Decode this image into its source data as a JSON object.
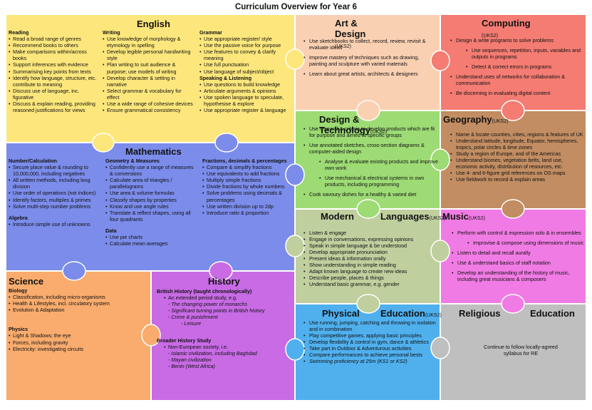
{
  "page_title": "Curriculum Overview for Year 6",
  "english": {
    "title": "English",
    "reading": {
      "heading": "Reading",
      "items": [
        "Read a broad range of genres",
        "Recommend books to others",
        "Make comparisons within/across books",
        "Support inferences with evidence",
        "Summarising key points from texts",
        "Identify how language, structure, etc. contribute to meaning",
        "Discuss use of language, inc. figurative",
        "Discuss & explain reading, providing reasoned justifications for views"
      ]
    },
    "writing": {
      "heading": "Writing",
      "items": [
        "Use knowledge of morphology & etymology in spelling",
        "Develop legible personal handwriting style",
        "Plan writing to suit audience & purpose; use models of writing",
        "Develop character & setting in narrative",
        "Select grammar & vocabulary for effect",
        "Use a wide range of cohesive devices",
        "Ensure grammatical consistency"
      ]
    },
    "grammar": {
      "heading": "Grammar",
      "items": [
        "Use appropriate register/ style",
        "Use the passive voice for purpose",
        "Use features to convey & clarify meaning",
        "Use full punctuation",
        "Use language of subject/object"
      ]
    },
    "speaking": {
      "heading": "Speaking & Listening",
      "items": [
        "Use questions to build knowledge",
        "Articulate arguments & opinions",
        "Use spoken language to speculate, hypothesise & explore",
        "Use appropriate register & language"
      ]
    }
  },
  "art": {
    "title": "Art & Design",
    "tag": "(UKS2)",
    "items": [
      "Use sketchbooks to collect, record, review, revisit & evaluate ideas",
      "Improve mastery of techniques such as drawing, painting and sculpture with varied materials",
      "Learn about great artists, architects & designers"
    ]
  },
  "computing": {
    "title": "Computing",
    "tag": "(UKS2)",
    "items": [
      "Design & write programs to solve problems",
      "Use sequences, repetition, inputs, variables and outputs in programs",
      "Detect & correct errors in programs",
      "Understand uses of networks for collaboration & communication",
      "Be discerning in evaluating digital content"
    ]
  },
  "maths": {
    "title": "Mathematics",
    "number": {
      "heading": "Number/Calculation",
      "items": [
        "Secure place value & rounding to 10,000,000, including negatives",
        "All written methods, including long division",
        "Use order of operations (not indices)",
        "Identify factors, multiples & primes",
        "Solve multi-step number problems"
      ]
    },
    "algebra": {
      "heading": "Algebra",
      "items": [
        "Introduce simple use of unknowns"
      ]
    },
    "geometry": {
      "heading": "Geometry & Measures",
      "items": [
        "Confidently use a range of measures & conversions",
        "Calculate area of triangles / parallelograms",
        "Use area & volume formulas",
        "Classify shapes by properties",
        "Know and use angle rules",
        "Translate & reflect shapes, using all four quadrants"
      ]
    },
    "data": {
      "heading": "Data",
      "items": [
        "Use pie charts",
        "Calculate mean averages"
      ]
    },
    "fractions": {
      "heading": "Fractions, decimals & percentages",
      "items": [
        "Compare & simplify fractions",
        "Use equivalents to add fractions",
        "Multiply simple fractions",
        "Divide fractions by whole numbers",
        "Solve problems using decimals & percentages",
        "Use written division up to 2dp",
        "Introduce ratio & proportion"
      ]
    }
  },
  "dt": {
    "title": "Design & Technology",
    "tag": "(UKS2)",
    "items": [
      "Use research& criteria to develop products which are fit for purpose and aimed at specific groups",
      "Use annotated sketches, cross-section diagrams & computer-aided design",
      "Analyse & evaluate existing products and improve own work",
      "Use mechanical & electrical systems in own products, including programming",
      "Cook savoury dishes for a healthy & varied diet"
    ]
  },
  "geography": {
    "title": "Geography",
    "tag": "(UKS2)",
    "items": [
      "Name & locate counties, cities, regions & features of UK",
      "Understand latitude, longitude, Equator, hemispheres, tropics, polar circles & time zones",
      "Study a region of Europe, and of the Americas",
      "Understand biomes, vegetation belts, land use, economic activity, distribution of resources, etc.",
      "Use 4- and 6-figure grid references on OS maps",
      "Use fieldwork to record & explain areas"
    ]
  },
  "mfl": {
    "title_left": "Modern",
    "title_right": "Languages",
    "tag": "(UKS2)",
    "items": [
      "Listen & engage",
      "Engage in conversations, expressing opinions",
      "Speak in simple language & be understood",
      "Develop appropriate pronunciation",
      "Present ideas & information orally",
      "Show understanding in simple reading",
      "Adapt known language to create new ideas",
      "Describe people, places & things",
      "Understand basic grammar, e.g. gender"
    ]
  },
  "music": {
    "title": "Music",
    "tag": "(UKS2)",
    "items": [
      "Perform with control & expression solo & in ensembles",
      "Improvise & compose using dimensions of music",
      "Listen to detail and recall aurally",
      "Use & understand basics of staff notation",
      "Develop an understanding of the history of music, including great musicians & composers"
    ]
  },
  "science": {
    "title": "Science",
    "biology": {
      "heading": "Biology",
      "items": [
        "Classification, including micro-organisms",
        "Health & Lifestyles, incl. circulatory system",
        "Evolution & Adaptation"
      ]
    },
    "physics": {
      "heading": "Physics",
      "items": [
        "Light & Shadows; the eye",
        "Forces, including gravity",
        "Electricity: investigating circuits"
      ]
    }
  },
  "history": {
    "title": "History",
    "british_heading": "British History (taught chronologically)",
    "british_item": "An extended period study, e.g.",
    "british_sub": [
      "The changing power of monarchs",
      "Significant turning points in British history",
      "Crime & punishment",
      "Leisure"
    ],
    "broader_heading": "Broader History Study",
    "broader_item": "Non-European society, i.e.",
    "broader_sub": [
      "Islamic civilization, including Baghdad",
      "Mayan civilization",
      "Benin (West Africa)"
    ]
  },
  "pe": {
    "title_left": "Physical",
    "title_right": "Education",
    "tag": "(UKS2)",
    "items": [
      "Use running, jumping, catching and throwing in isolation and in combination",
      "Play competitive games, applying basic principles",
      "Develop flexibility & control in gym, dance & athletics",
      "Take part in Outdoor & Adventurous activities",
      "Compare performances to achieve personal bests",
      "Swimming proficiency at 25m (KS1 or KS2)"
    ]
  },
  "re": {
    "title_left": "Religious",
    "title_right": "Education",
    "body": "Continue to follow locally-agreed syllabus for RE"
  },
  "colors": {
    "english": "#FDE77C",
    "art": "#FAD0B2",
    "computing": "#F47C73",
    "maths": "#7B8CEA",
    "dt": "#9DDB74",
    "geography": "#C28D62",
    "mfl": "#BFCF9E",
    "music": "#F17BE4",
    "science": "#F9AC6E",
    "history": "#C86BE5",
    "pe": "#50B0EE",
    "re": "#BFBFBF"
  }
}
